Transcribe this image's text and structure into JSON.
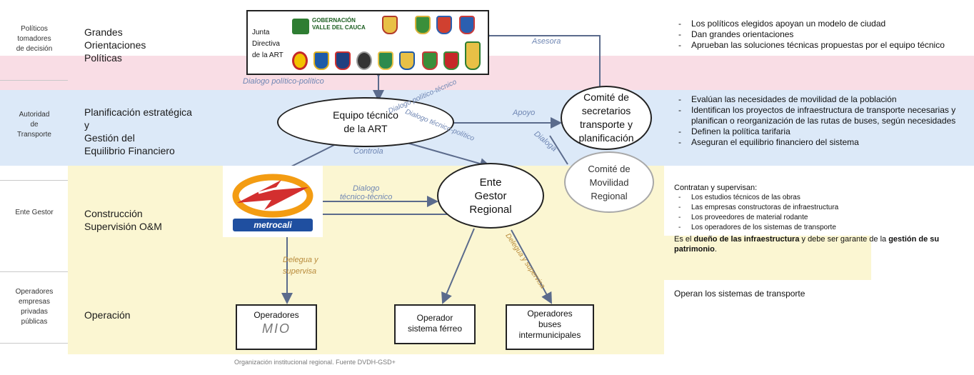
{
  "roles": {
    "politicos": [
      "Políticos",
      "tomadores",
      "de decisión"
    ],
    "autoridad": [
      "Autoridad",
      "de",
      "Transporte"
    ],
    "ente_gestor": "Ente Gestor",
    "operadores": [
      "Operadores",
      "empresas",
      "privadas",
      "públicas"
    ]
  },
  "functions": {
    "grandes": [
      "Grandes",
      "Orientaciones",
      "Políticas"
    ],
    "planificacion": [
      "Planificación estratégica",
      "y",
      "Gestión del",
      "Equilibrio Financiero"
    ],
    "construccion": [
      "Construcción",
      "Supervisión O&M"
    ],
    "operacion": "Operación"
  },
  "junta": {
    "label": [
      "Junta",
      "Directiva",
      "de la ART"
    ],
    "gobernacion": [
      "GOBERNACIÓN",
      "VALLE DEL CAUCA"
    ]
  },
  "nodes": {
    "equipo": [
      "Equipo técnico",
      "de la ART"
    ],
    "comite_secretarios": [
      "Comité de",
      "secretarios",
      "transporte y",
      "planificación"
    ],
    "comite_movilidad": [
      "Comité de",
      "Movilidad",
      "Regional"
    ],
    "ente": [
      "Ente",
      "Gestor",
      "Regional"
    ],
    "metrocali": "metrocali",
    "op1": "Operadores",
    "op1_logo": "MIO",
    "op2": [
      "Operador",
      "sistema férreo"
    ],
    "op3": [
      "Operadores",
      "buses",
      "intermunicipales"
    ]
  },
  "edge_labels": {
    "asesora": "Asesora",
    "dialogo_politico": "Dialogo político-político",
    "dialogo_politico_tecnico": "Dialogo político-técnico",
    "dialogo_tecnico_politico": "Dialogo técnico-político",
    "apoyo": "Apoyo",
    "dialoga": "Dialoga",
    "controla": "Controla",
    "dialogo_tt": [
      "Dialogo",
      "técnico-técnico"
    ],
    "delegua": [
      "Delegua y",
      "supervisa"
    ],
    "delegua2": "Delegua y supervisa"
  },
  "right": {
    "politicos": [
      "Los políticos elegidos apoyan un modelo de ciudad",
      "Dan grandes orientaciones",
      "Aprueban las soluciones técnicas propuestas por el equipo técnico"
    ],
    "autoridad": [
      "Evalúan las necesidades de movilidad de la población",
      "Identifican los proyectos de infraestructura de transporte necesarias y planifican o reorganización de las rutas de buses, según necesidades",
      "Definen la política tarifaria",
      "Aseguran el equilibrio financiero del sistema"
    ],
    "contratan_title": "Contratan y supervisan:",
    "contratan": [
      "Los estudios técnicos de las obras",
      "Las empresas constructoras de infraestructura",
      "Los proveedores de material rodante",
      "Los operadores de los sistemas de transporte"
    ],
    "dueno": {
      "p1": "Es el ",
      "b1": "dueño de las infraestructura",
      "p2": " y debe ser garante de la ",
      "b2": "gestión de su patrimonio",
      "p3": "."
    },
    "operan": "Operan los sistemas de transporte"
  },
  "caption": "Organización institucional regional. Fuente DVDH-GSD+",
  "colors": {
    "pink_band": "#f9dde5",
    "blue_band": "#dce9f8",
    "yellow_band": "#fbf6d2",
    "edge_label": "#6f86b3",
    "arrow": "#5b6b8c",
    "metrocali_red": "#d32f2f",
    "metrocali_orange": "#f39c12",
    "metrocali_blue": "#1f4fa0"
  }
}
